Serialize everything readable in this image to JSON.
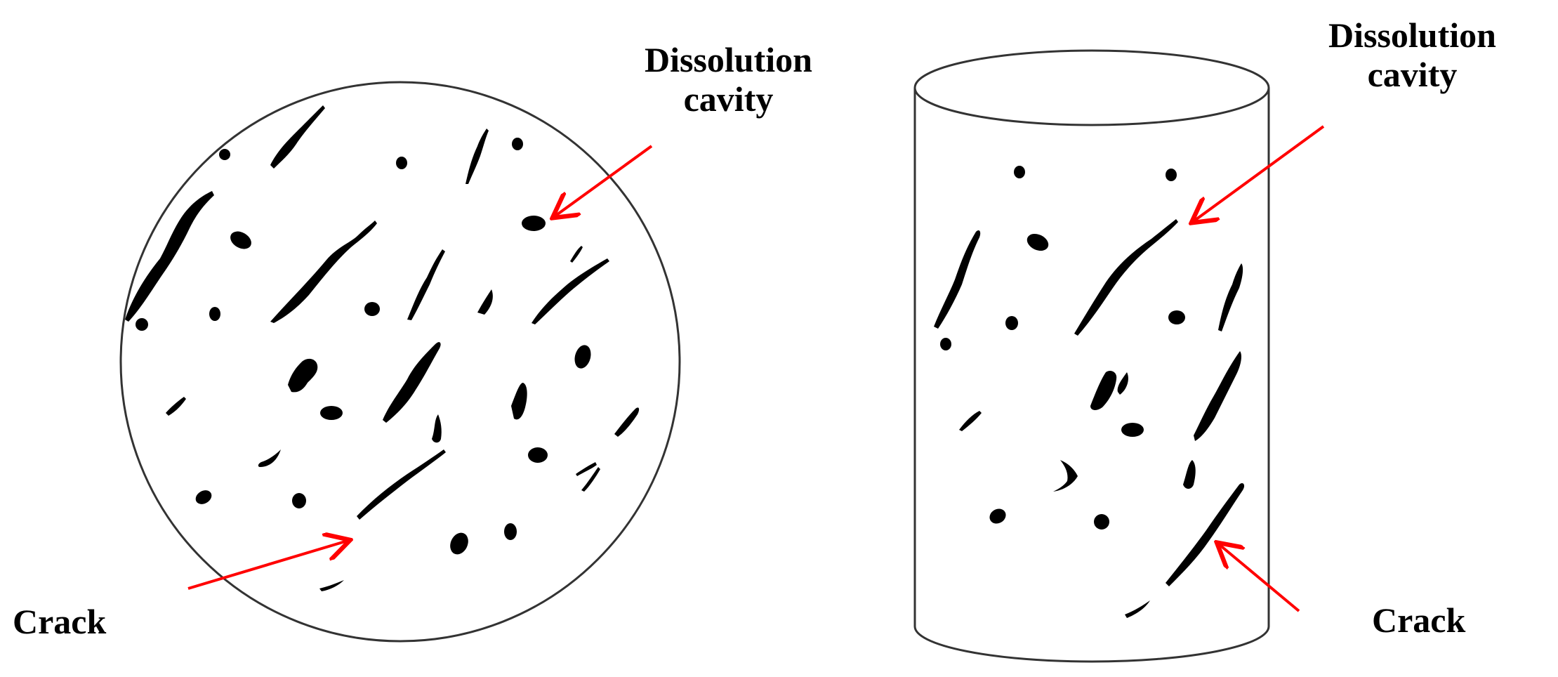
{
  "labels": {
    "left_cavity_line1": "Dissolution",
    "left_cavity_line2": "cavity",
    "left_crack": "Crack",
    "right_cavity_line1": "Dissolution",
    "right_cavity_line2": "cavity",
    "right_crack": "Crack"
  },
  "colors": {
    "outline": "#333333",
    "fill": "#000000",
    "arrow": "#ff0000",
    "background": "#ffffff"
  }
}
